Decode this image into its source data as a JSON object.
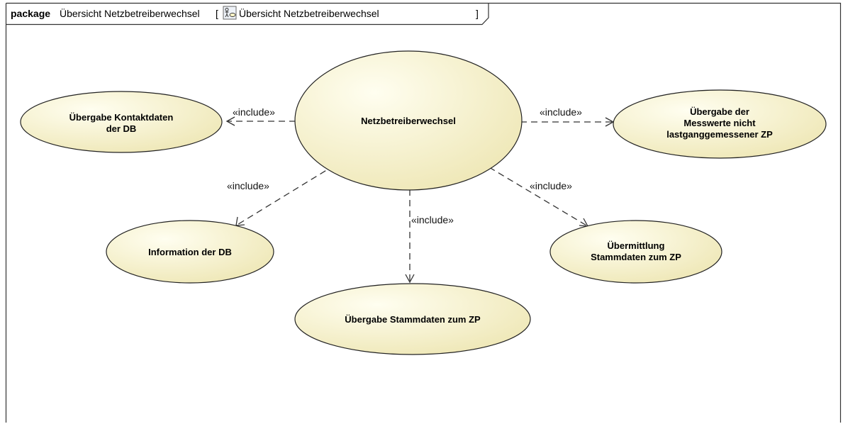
{
  "header": {
    "keyword": "package",
    "name": "Übersicht Netzbetreiberwechsel",
    "bracket_open": "[",
    "diagram_name": "Übersicht Netzbetreiberwechsel",
    "bracket_close": "]",
    "diagram_icon": "use-case-diagram-icon"
  },
  "colors": {
    "usecase_fill_light": "#fffef0",
    "usecase_fill_dark": "#efe8b8",
    "line": "#333333"
  },
  "use_cases": {
    "central": [
      "Netzbetreiberwechsel"
    ],
    "kontaktdaten": [
      "Übergabe Kontaktdaten",
      "der DB"
    ],
    "messwerte": [
      "Übergabe der",
      "Messwerte nicht",
      "lastganggemessener ZP"
    ],
    "information": [
      "Information der DB"
    ],
    "stammdaten_uebergabe": [
      "Übergabe Stammdaten zum ZP"
    ],
    "stammdaten_uebermittlung": [
      "Übermittlung",
      "Stammdaten zum ZP"
    ]
  },
  "relations": {
    "to_kontaktdaten": "«include»",
    "to_messwerte": "«include»",
    "to_information": "«include»",
    "to_stammdaten_uebergabe": "«include»",
    "to_stammdaten_uebermittlung": "«include»"
  }
}
